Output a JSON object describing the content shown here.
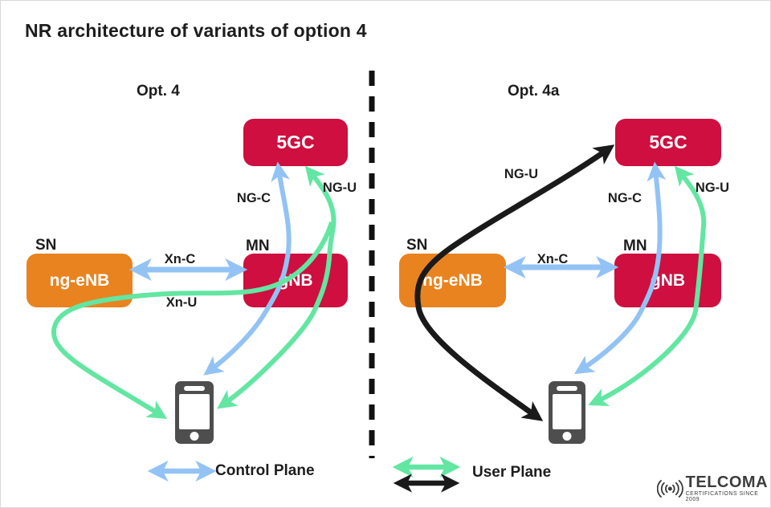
{
  "title": "NR architecture of variants of option 4",
  "panels": {
    "left": {
      "label": "Opt. 4",
      "nodes": {
        "core": "5GC",
        "sn_tag": "SN",
        "sn": "ng-eNB",
        "mn_tag": "MN",
        "mn": "gNB"
      },
      "links": {
        "ng_c": "NG-C",
        "ng_u": "NG-U",
        "xn_c": "Xn-C",
        "xn_u": "Xn-U"
      }
    },
    "right": {
      "label": "Opt. 4a",
      "nodes": {
        "core": "5GC",
        "sn_tag": "SN",
        "sn": "ng-eNB",
        "mn_tag": "MN",
        "mn": "gNB"
      },
      "links": {
        "ng_u_direct": "NG-U",
        "ng_c": "NG-C",
        "ng_u": "NG-U",
        "xn_c": "Xn-C"
      }
    }
  },
  "legend": {
    "control": "Control Plane",
    "user": "User Plane"
  },
  "logo": {
    "brand": "TELCOMA",
    "tagline": "CERTIFICATIONS SINCE 2009"
  },
  "icons": {
    "phone": "smartphone-icon",
    "signal": "signal-waves-icon"
  },
  "colors": {
    "crimson": "#ce0f3f",
    "orange": "#e9831f",
    "control_blue": "#93c3f5",
    "user_green": "#62e6a2",
    "user_black": "#1a1a1a",
    "text": "#1d1d1d",
    "phone_body": "#4e4e4e",
    "logo_gray": "#3d3d3d"
  }
}
